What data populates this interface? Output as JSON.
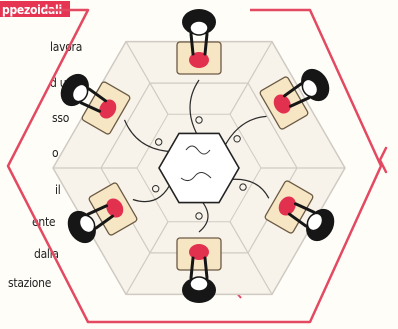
{
  "caption": {
    "lines": [
      "ppezoidali",
      "lavora",
      "d una",
      "sso",
      "o",
      "il",
      "ente",
      "dalla",
      "stazione"
    ],
    "highlight_color": "#e53552",
    "text_color": "#1f1f1f"
  },
  "scene": {
    "outline_color": "#e34a62",
    "table_fill": "#f7f3ea",
    "table_edge": "#cfcac2",
    "mat_fill": "#f7e6c4",
    "mat_edge": "#6b5a44",
    "item_color": "#e2314f",
    "hub_fill": "#ffffff",
    "person_color": "#161616"
  }
}
